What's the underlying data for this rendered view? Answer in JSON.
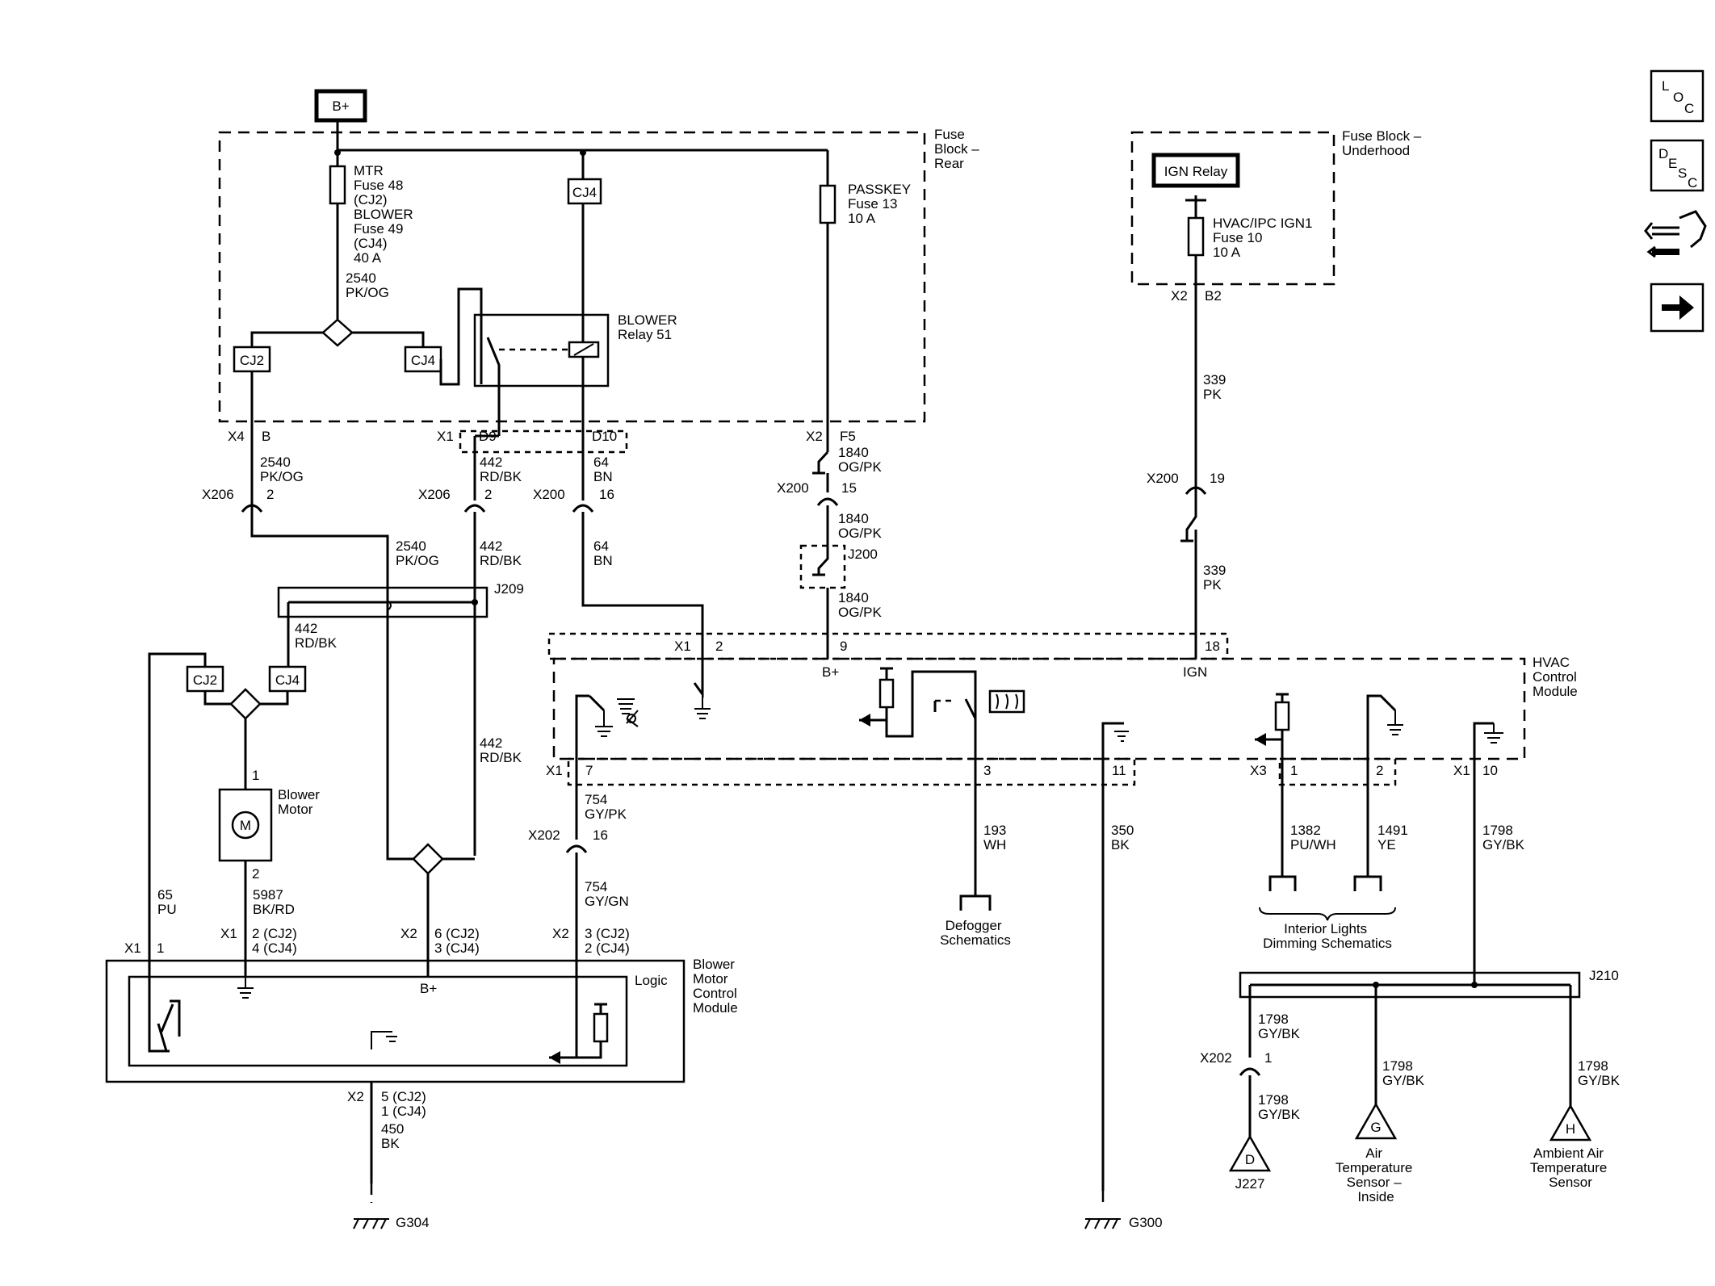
{
  "labels": {
    "bplus": "B+",
    "mtr_fuse": [
      "MTR",
      "Fuse 48",
      "(CJ2)",
      "BLOWER",
      "Fuse 49",
      "(CJ4)",
      "40 A"
    ],
    "w2540_top": [
      "2540",
      "PK/OG"
    ],
    "fuse_block_rear": [
      "Fuse",
      "Block –",
      "Rear"
    ],
    "cj2": "CJ2",
    "cj4": "CJ4",
    "blower_relay": [
      "BLOWER",
      "Relay 51"
    ],
    "passkey_fuse": [
      "PASSKEY",
      "Fuse 13",
      "10 A"
    ],
    "ign_relay": "IGN Relay",
    "fuse_block_underhood": [
      "Fuse Block –",
      "Underhood"
    ],
    "hvac_fuse": [
      "HVAC/IPC IGN1",
      "Fuse 10",
      "10 A"
    ],
    "x2": "X2",
    "b2": "B2",
    "w339_a": [
      "339",
      "PK"
    ],
    "x200": "X200",
    "n19": "19",
    "w339_b": [
      "339",
      "PK"
    ],
    "x4": "X4",
    "b": "B",
    "x1": "X1",
    "d9": "D9",
    "d10": "D10",
    "f5": "F5",
    "w2540_b": [
      "2540",
      "PK/OG"
    ],
    "w442_a": [
      "442",
      "RD/BK"
    ],
    "w64_a": [
      "64",
      "BN"
    ],
    "w1840_a": [
      "1840",
      "OG/PK"
    ],
    "x206": "X206",
    "n2": "2",
    "n16": "16",
    "n15": "15",
    "w1840_b": [
      "1840",
      "OG/PK"
    ],
    "j200": "J200",
    "w1840_c": [
      "1840",
      "OG/PK"
    ],
    "w2540_c": [
      "2540",
      "PK/OG"
    ],
    "w442_b": [
      "442",
      "RD/BK"
    ],
    "w64_b": [
      "64",
      "BN"
    ],
    "j209": "J209",
    "w442_c": [
      "442",
      "RD/BK"
    ],
    "w442_d": [
      "442",
      "RD/BK"
    ],
    "n9": "9",
    "n18": "18",
    "hvac_module": [
      "HVAC",
      "Control",
      "Module"
    ],
    "ign": "IGN",
    "blower_motor": [
      "Blower",
      "Motor"
    ],
    "motor_m": "M",
    "n1": "1",
    "n7": "7",
    "n3": "3",
    "n11": "11",
    "x3": "X3",
    "n10": "10",
    "w754_a": [
      "754",
      "GY/PK"
    ],
    "x202": "X202",
    "w754_b": [
      "754",
      "GY/GN"
    ],
    "w193": [
      "193",
      "WH"
    ],
    "w350": [
      "350",
      "BK"
    ],
    "w1382": [
      "1382",
      "PU/WH"
    ],
    "w1491": [
      "1491",
      "YE"
    ],
    "w1798_a": [
      "1798",
      "GY/BK"
    ],
    "w65": [
      "65",
      "PU"
    ],
    "w5987": [
      "5987",
      "BK/RD"
    ],
    "pin_2cj2_4cj4": [
      "2 (CJ2)",
      "4 (CJ4)"
    ],
    "pin_6cj2_3cj4": [
      "6 (CJ2)",
      "3 (CJ4)"
    ],
    "pin_3cj2_2cj2": [
      "3 (CJ2)",
      "2 (CJ4)"
    ],
    "defogger": [
      "Defogger",
      "Schematics"
    ],
    "interior_lights": [
      "Interior Lights",
      "Dimming Schematics"
    ],
    "logic": "Logic",
    "bmcm": [
      "Blower",
      "Motor",
      "Control",
      "Module"
    ],
    "j210": "J210",
    "w1798_b": [
      "1798",
      "GY/BK"
    ],
    "w1798_c": [
      "1798",
      "GY/BK"
    ],
    "w1798_d": [
      "1798",
      "GY/BK"
    ],
    "w1798_e": [
      "1798",
      "GY/BK"
    ],
    "pin_5cj2_1cj4": [
      "5 (CJ2)",
      "1 (CJ4)"
    ],
    "w450": [
      "450",
      "BK"
    ],
    "conn_d": "D",
    "conn_g": "G",
    "conn_h": "H",
    "j227": "J227",
    "air_temp_inside": [
      "Air",
      "Temperature",
      "Sensor –",
      "Inside"
    ],
    "ambient_sensor": [
      "Ambient Air",
      "Temperature",
      "Sensor"
    ],
    "g304": "G304",
    "g300": "G300"
  },
  "side_icons": {
    "loc": [
      "L",
      "O",
      "C"
    ],
    "desc": [
      "D",
      "E",
      "S",
      "C"
    ],
    "icons": [
      "location-icon",
      "description-icon",
      "connector-tools-icon",
      "next-arrow-icon"
    ]
  }
}
